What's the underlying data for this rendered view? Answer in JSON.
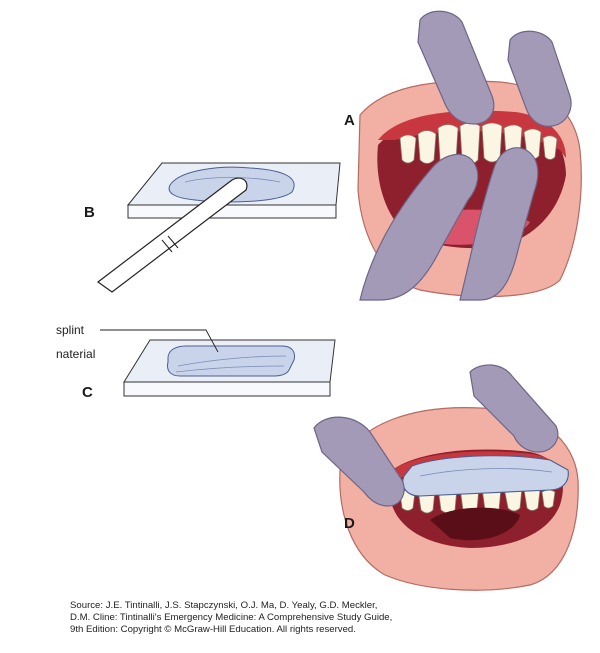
{
  "labels": {
    "a": "A",
    "b": "B",
    "c": "C",
    "d": "D",
    "splint_line1": "splint",
    "splint_line2": "naterial"
  },
  "source": {
    "line1": "Source: J.E. Tintinalli, J.S. Stapczynski, O.J. Ma, D. Yealy, G.D. Meckler,",
    "line2": "D.M. Cline: Tintinalli's Emergency Medicine: A Comprehensive Study Guide,",
    "line3": "9th Edition: Copyright © McGraw-Hill Education. All rights reserved."
  },
  "colors": {
    "glove": "#a39ab8",
    "lip": "#f2b0a4",
    "gum": "#c8373f",
    "tooth": "#fbf6e4",
    "splint": "#c9d3ea",
    "slab": "#e9eef7"
  }
}
